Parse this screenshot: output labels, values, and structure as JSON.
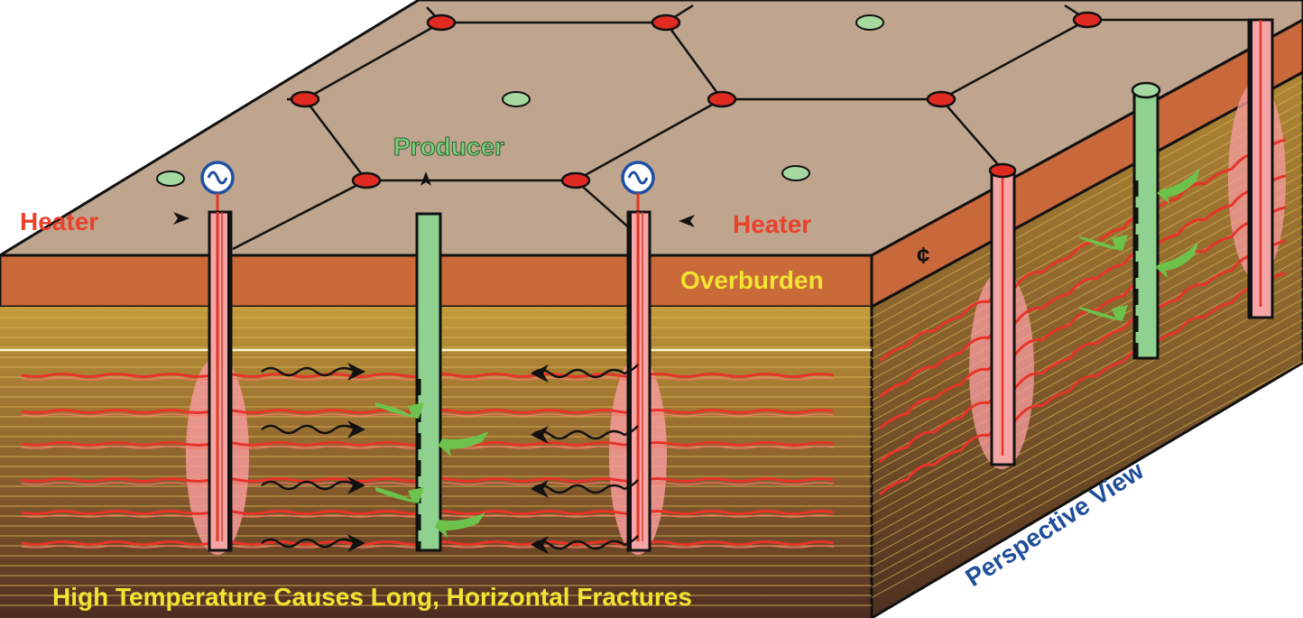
{
  "labels": {
    "producer": "Producer",
    "heater_left": "Heater",
    "heater_right": "Heater",
    "overburden": "Overburden",
    "caption": "High Temperature Causes Long, Horizontal Fractures",
    "perspective": "Perspective View",
    "centerline_mark": "¢"
  },
  "colors": {
    "surface": "#bfa58e",
    "overburden": "#c96a38",
    "sand_top": "#c09a3a",
    "sand_bottom": "#4a2c1c",
    "heater_red": "#e53326",
    "fracture_red": "#e8332a",
    "producer_green": "#7cc47f",
    "well_red_dot": "#e02a22",
    "well_green_dot": "#a5d9a0",
    "ac_symbol_blue": "#1f4fa3",
    "label_red": "#e8412c",
    "label_yellow": "#f3e332",
    "label_green": "#7ed07e",
    "label_blue": "#1f4f9a"
  },
  "icons": {
    "ac_source": "ac-power-source-icon",
    "flow_arrow": "wavy-arrow-icon",
    "fluid_flow": "green-flow-arrow-icon",
    "pointer": "triangle-pointer-icon"
  }
}
